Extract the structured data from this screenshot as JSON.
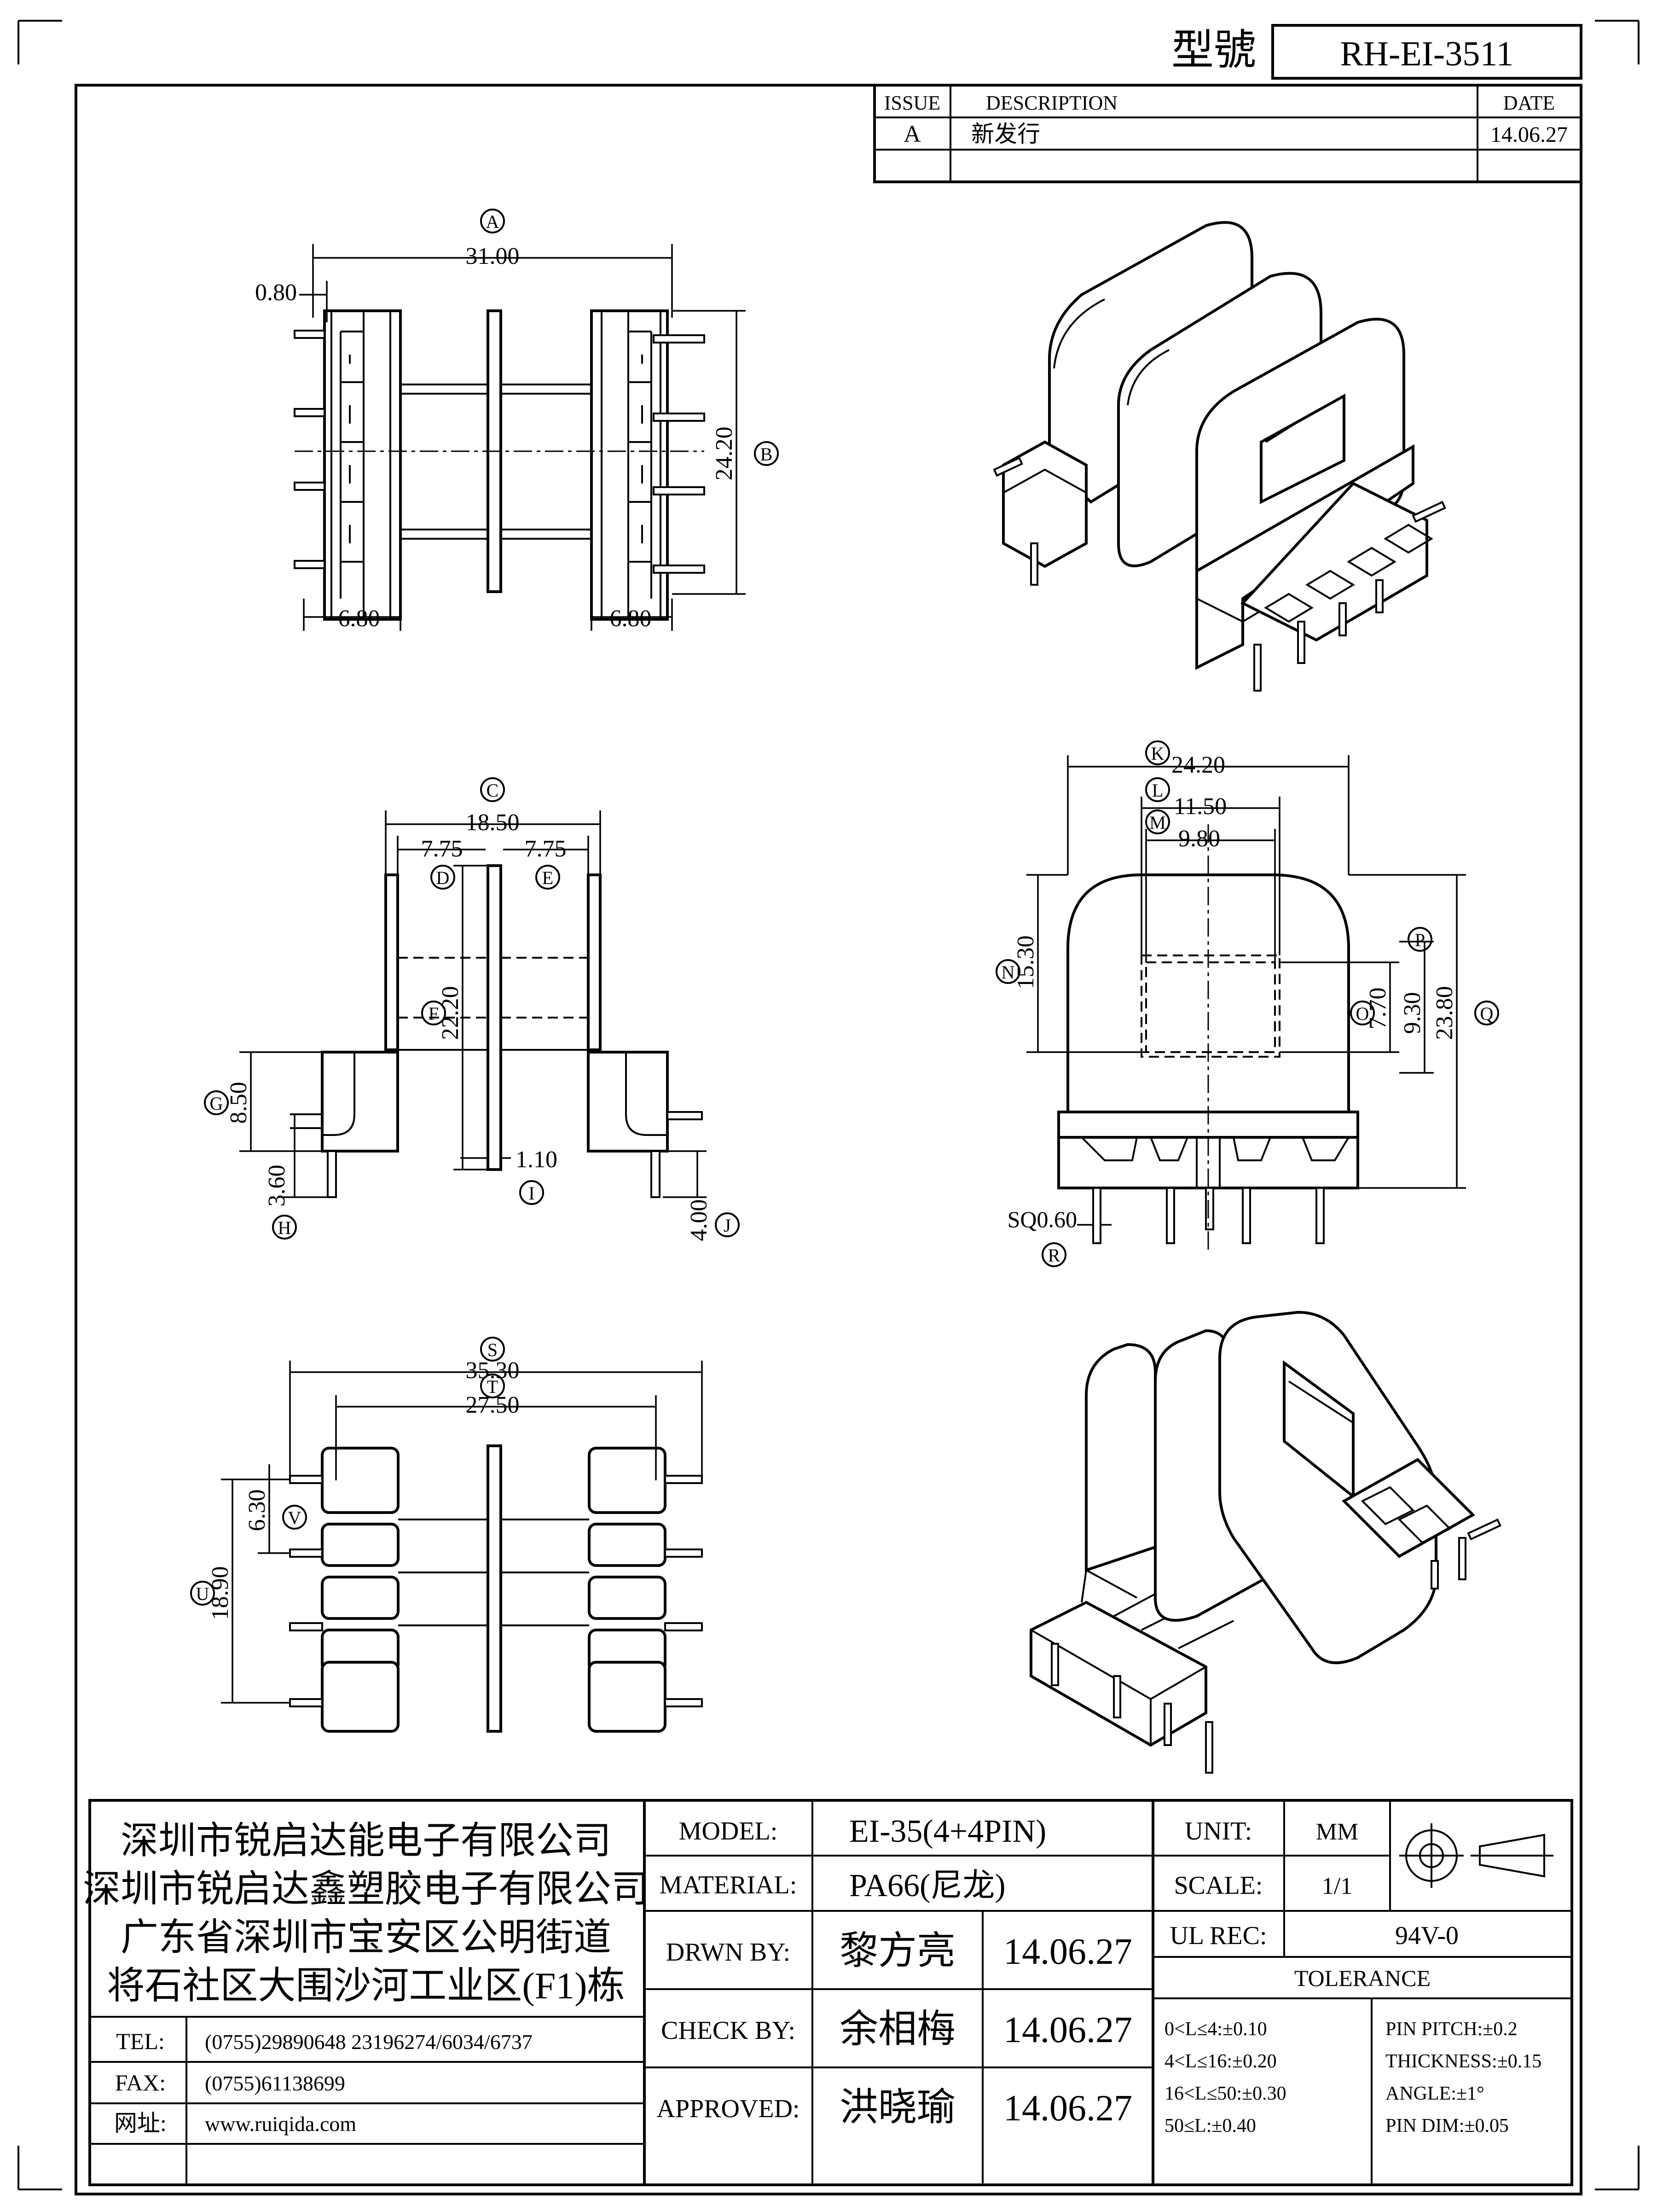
{
  "header": {
    "model_label": "型號",
    "part_no": "RH-EI-3511"
  },
  "revision": {
    "col_issue": "ISSUE",
    "col_description": "DESCRIPTION",
    "col_date": "DATE",
    "rows": [
      {
        "issue": "A",
        "description": "新发行",
        "date": "14.06.27"
      }
    ]
  },
  "views": {
    "top": {
      "A": {
        "tag": "A",
        "value": "31.00"
      },
      "B": {
        "tag": "B",
        "value": "24.20"
      },
      "pin_offset": "0.80",
      "left_width": "6.80",
      "right_width": "6.80"
    },
    "side": {
      "C": {
        "tag": "C",
        "value": "18.50"
      },
      "D": {
        "tag": "D",
        "value": "7.75"
      },
      "E": {
        "tag": "E",
        "value": "7.75"
      },
      "F": {
        "tag": "F",
        "value": "22.20"
      },
      "G": {
        "tag": "G",
        "value": "8.50"
      },
      "H": {
        "tag": "H",
        "value": "3.60"
      },
      "I": {
        "tag": "I",
        "value": "1.10"
      },
      "J": {
        "tag": "J",
        "value": "4.00"
      }
    },
    "front": {
      "K": {
        "tag": "K",
        "value": "24.20"
      },
      "L": {
        "tag": "L",
        "value": "11.50"
      },
      "M": {
        "tag": "M",
        "value": "9.80"
      },
      "N": {
        "tag": "N",
        "value": "15.30"
      },
      "O": {
        "tag": "O",
        "value": "7.70"
      },
      "P": {
        "tag": "P",
        "value": "9.30"
      },
      "Q": {
        "tag": "Q",
        "value": "23.80"
      },
      "R": {
        "tag": "R",
        "value": "SQ0.60"
      }
    },
    "bottom": {
      "S": {
        "tag": "S",
        "value": "35.30"
      },
      "T": {
        "tag": "T",
        "value": "27.50"
      },
      "U": {
        "tag": "U",
        "value": "18.90"
      },
      "V": {
        "tag": "V",
        "value": "6.30"
      }
    }
  },
  "title_block": {
    "company": [
      "深圳市锐启达能电子有限公司",
      "深圳市锐启达鑫塑胶电子有限公司",
      "广东省深圳市宝安区公明街道",
      "将石社区大围沙河工业区(F1)栋"
    ],
    "tel_label": "TEL:",
    "tel": "(0755)29890648   23196274/6034/6737",
    "fax_label": "FAX:",
    "fax": "(0755)61138699",
    "web_label": "网址:",
    "web": "www.ruiqida.com",
    "model_label": "MODEL:",
    "model": "EI-35(4+4PIN)",
    "material_label": "MATERIAL:",
    "material": "PA66(尼龙)",
    "drawn_label": "DRWN BY:",
    "drawn_by": "黎方亮",
    "drawn_date": "14.06.27",
    "check_label": "CHECK BY:",
    "check_by": "余相梅",
    "check_date": "14.06.27",
    "approved_label": "APPROVED:",
    "approved_by": "洪晓瑜",
    "approved_date": "14.06.27",
    "unit_label": "UNIT:",
    "unit": "MM",
    "scale_label": "SCALE:",
    "scale": "1/1",
    "ul_label": "UL REC:",
    "ul": "94V-0",
    "tolerance_label": "TOLERANCE",
    "tolerance_left": [
      "0<L≤4:±0.10",
      "4<L≤16:±0.20",
      "16<L≤50:±0.30",
      "50≤L:±0.40"
    ],
    "tolerance_right": [
      "PIN PITCH:±0.2",
      "THICKNESS:±0.15",
      "ANGLE:±1°",
      "PIN DIM:±0.05"
    ]
  }
}
